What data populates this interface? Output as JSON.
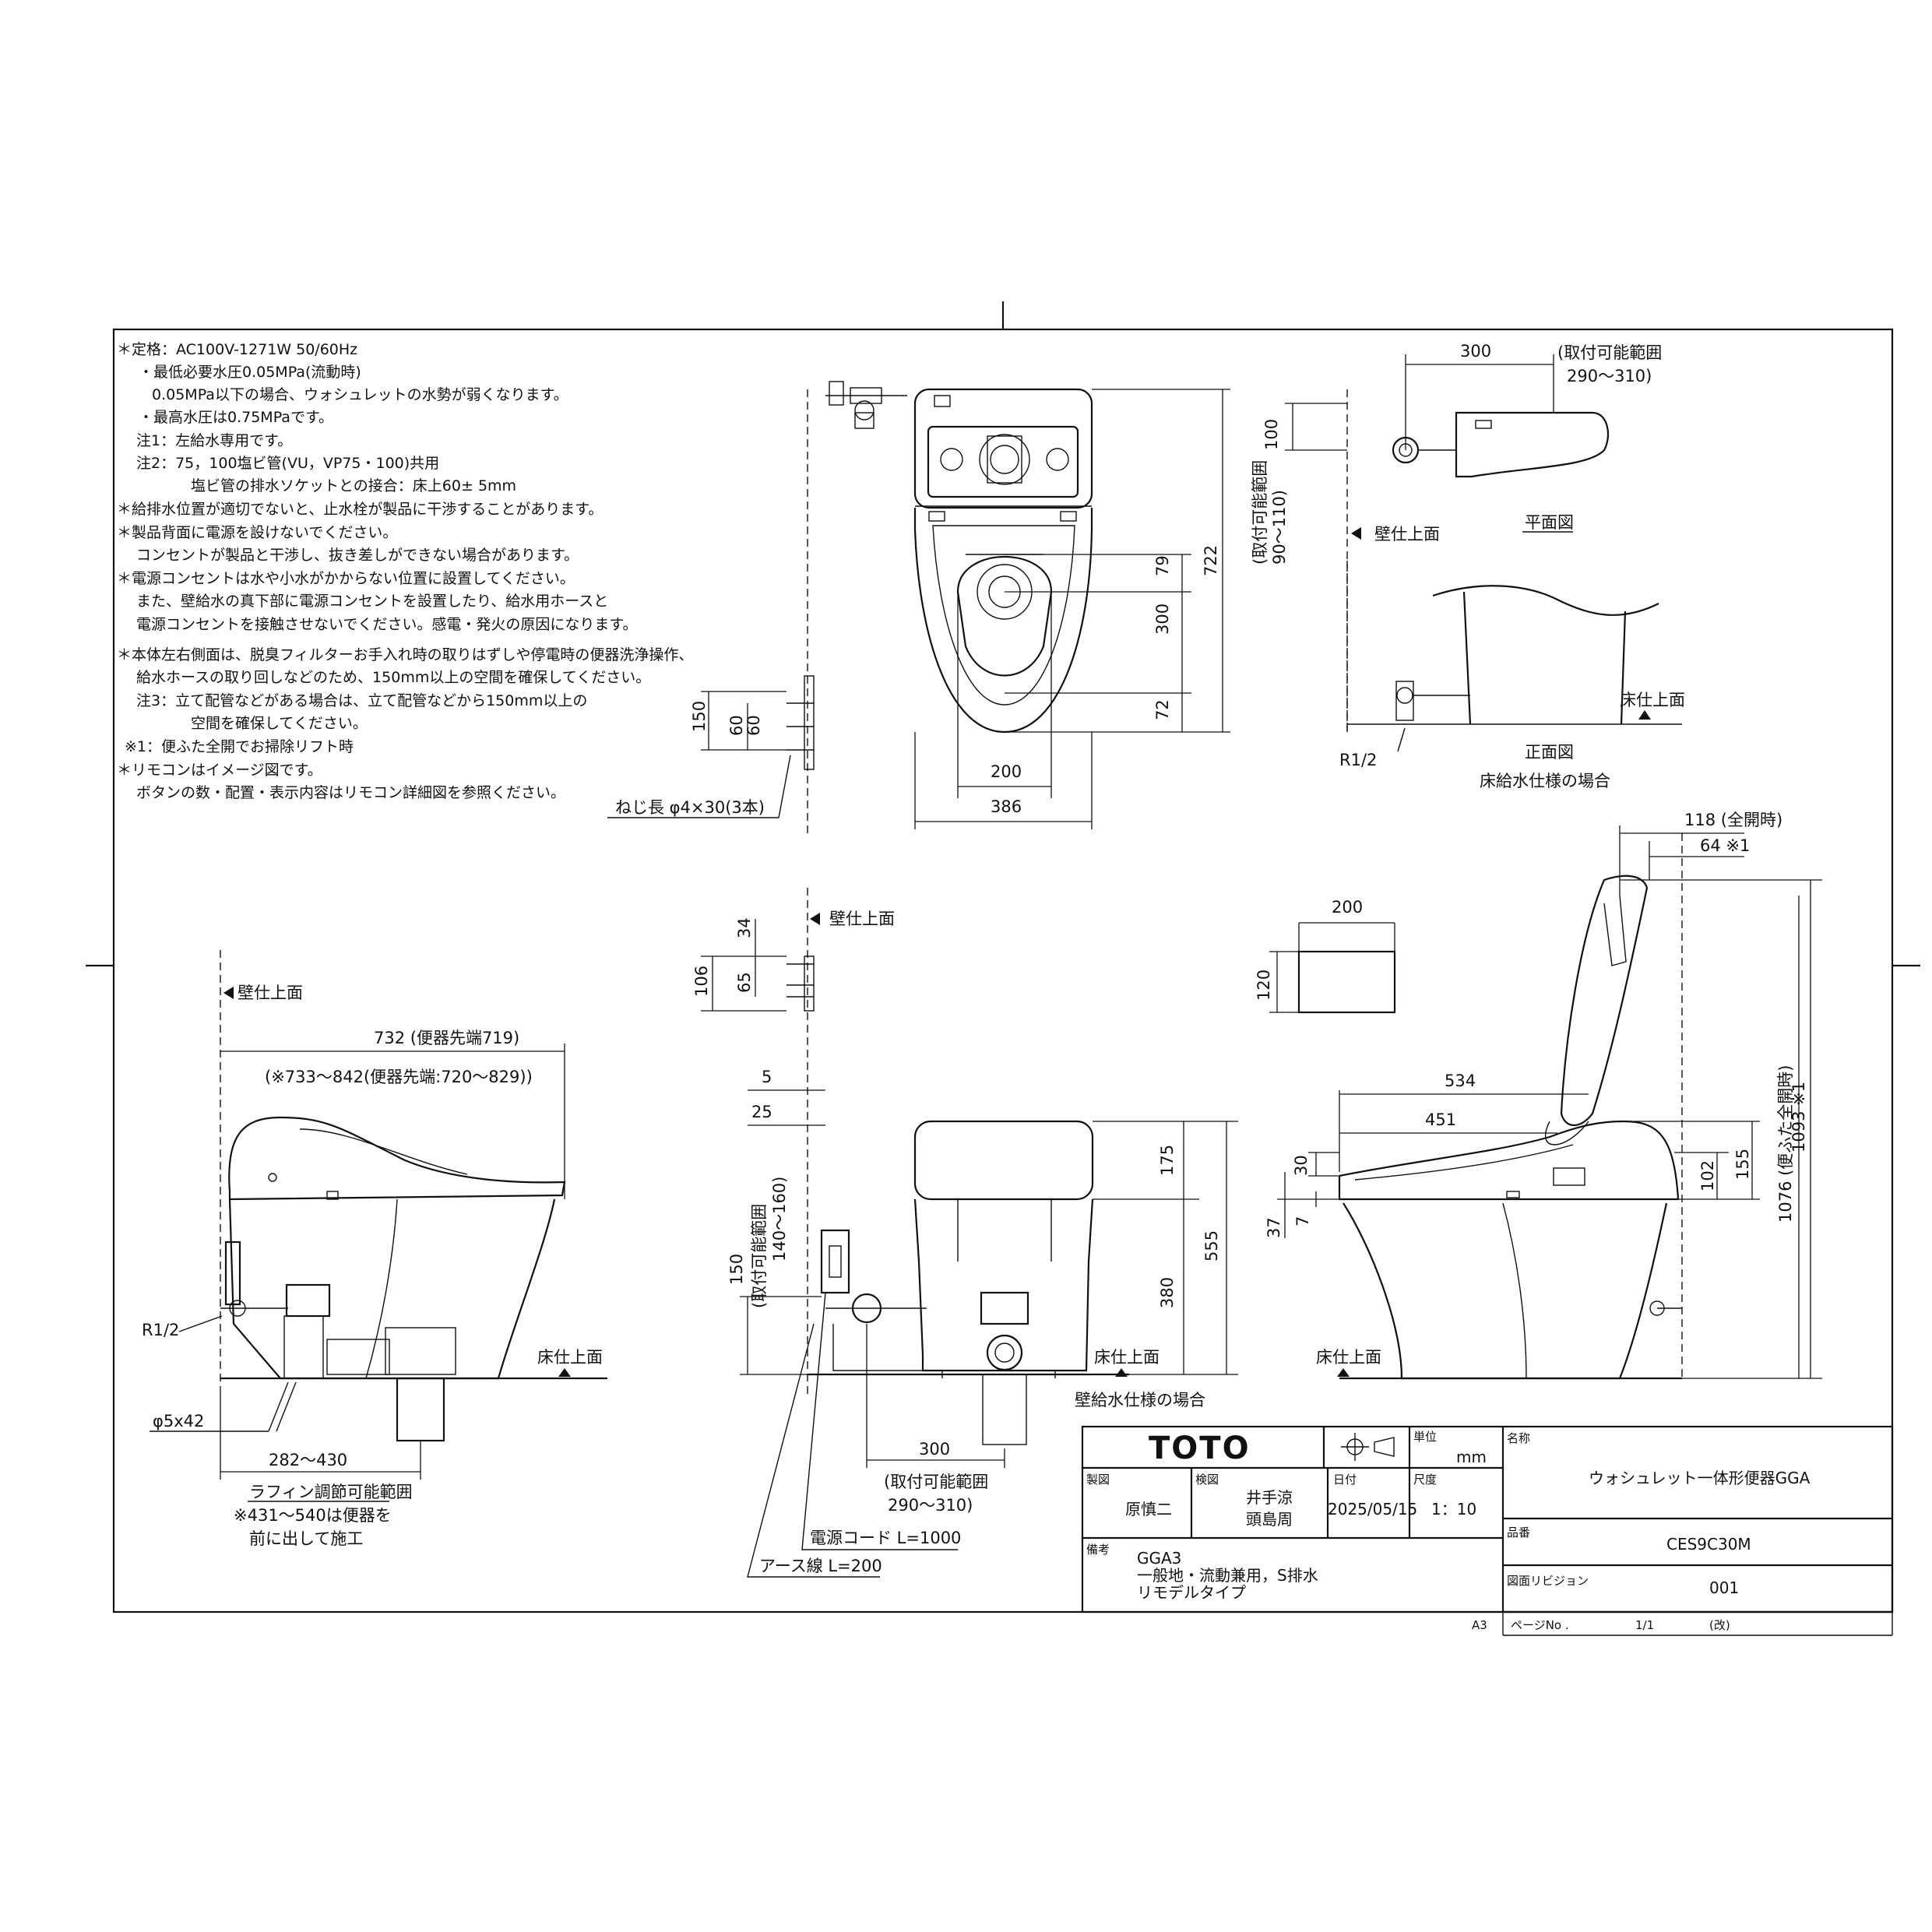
{
  "notes": [
    "＊定格：AC100V-1271W 50/60Hz",
    "・最低必要水圧0.05MPa(流動時)",
    "0.05MPa以下の場合、ウォシュレットの水勢が弱くなります。",
    "・最高水圧は0.75MPaです。",
    "注1：左給水専用です。",
    "注2：75，100塩ビ管(VU，VP75・100)共用",
    "塩ビ管の排水ソケットとの接合：床上60± 5mm",
    "＊給排水位置が適切でないと、止水栓が製品に干渉することがあります。",
    "＊製品背面に電源を設けないでください。",
    "コンセントが製品と干渉し、抜き差しができない場合があります。",
    "＊電源コンセントは水や小水がかからない位置に設置してください。",
    "また、壁給水の真下部に電源コンセントを設置したり、給水用ホースと",
    "電源コンセントを接触させないでください。感電・発火の原因になります。",
    "＊本体左右側面は、脱臭フィルターお手入れ時の取りはずしや停電時の便器洗浄操作、",
    "給水ホースの取り回しなどのため、150mm以上の空間を確保してください。",
    "注3：立て配管などがある場合は、立て配管などから150mm以上の",
    "空間を確保してください。",
    "※1：便ふた全開でお掃除リフト時",
    "＊リモコンはイメージ図です。",
    "ボタンの数・配置・表示内容はリモコン詳細図を参照ください。"
  ],
  "labels": {
    "screw": "ねじ長 φ4×30(3本)",
    "wall_face": "壁仕上面",
    "floor_face": "床仕上面",
    "plan_view": "平面図",
    "front_view": "正面図",
    "floor_supply": "床給水仕様の場合",
    "wall_supply": "壁給水仕様の場合",
    "r12": "R1/2",
    "mount_range": "(取付可能範囲",
    "mount_range_v": "(取付可能範囲",
    "range_290_310": "290～310)",
    "range_90_110": "90～110)",
    "range_140_160": "140～160)",
    "phi": "φ5x42",
    "rafin_range": "ラフィン調節可能範囲",
    "rafin_note1": "※431～540は便器を",
    "rafin_note2": "前に出して施工",
    "power_cord": "電源コード L=1000",
    "earth_wire": "アース線 L=200",
    "sheet_size": "A3"
  },
  "dims": {
    "d300": "300",
    "d100": "100",
    "d79": "79",
    "d300b": "300",
    "d72": "72",
    "d722": "722",
    "d200": "200",
    "d386": "386",
    "d150": "150",
    "d60a": "60",
    "d60b": "60",
    "d732": "732 (便器先端719)",
    "d733": "(※733～842(便器先端:720～829))",
    "d282": "282～430",
    "d34": "34",
    "d106": "106",
    "d65": "65",
    "d5": "5",
    "d25": "25",
    "d175": "175",
    "d555": "555",
    "d380": "380",
    "d150b": "150",
    "d300c": "300",
    "d200b": "200",
    "d120": "120",
    "d118": "118 (全開時)",
    "d64": "64 ※1",
    "d534": "534",
    "d451": "451",
    "d30": "30",
    "d37": "37",
    "d7": "7",
    "d102": "102",
    "d155": "155",
    "d1076": "1076 (便ふた全開時)",
    "d1093": "1093 ※1"
  },
  "title_block": {
    "brand": "TOTO",
    "unit_label": "単位",
    "unit": "mm",
    "name_label": "名称",
    "name": "ウォシュレット一体形便器GGA",
    "draw_label": "製図",
    "drawer": "原慎二",
    "check_label": "検図",
    "checker1": "井手涼",
    "checker2": "頭島周",
    "date_label": "日付",
    "date": "2025/05/15",
    "scale_label": "尺度",
    "scale": "1：10",
    "model_label": "品番",
    "model": "CES9C30M",
    "remark_label": "備考",
    "remark1": "GGA3",
    "remark2": "一般地・流動兼用，S排水",
    "remark3": "リモデルタイプ",
    "rev_label": "図面リビジョン",
    "rev": "001",
    "page_label": "ページNo .",
    "page": "1/1",
    "page_suffix": "(改)"
  }
}
